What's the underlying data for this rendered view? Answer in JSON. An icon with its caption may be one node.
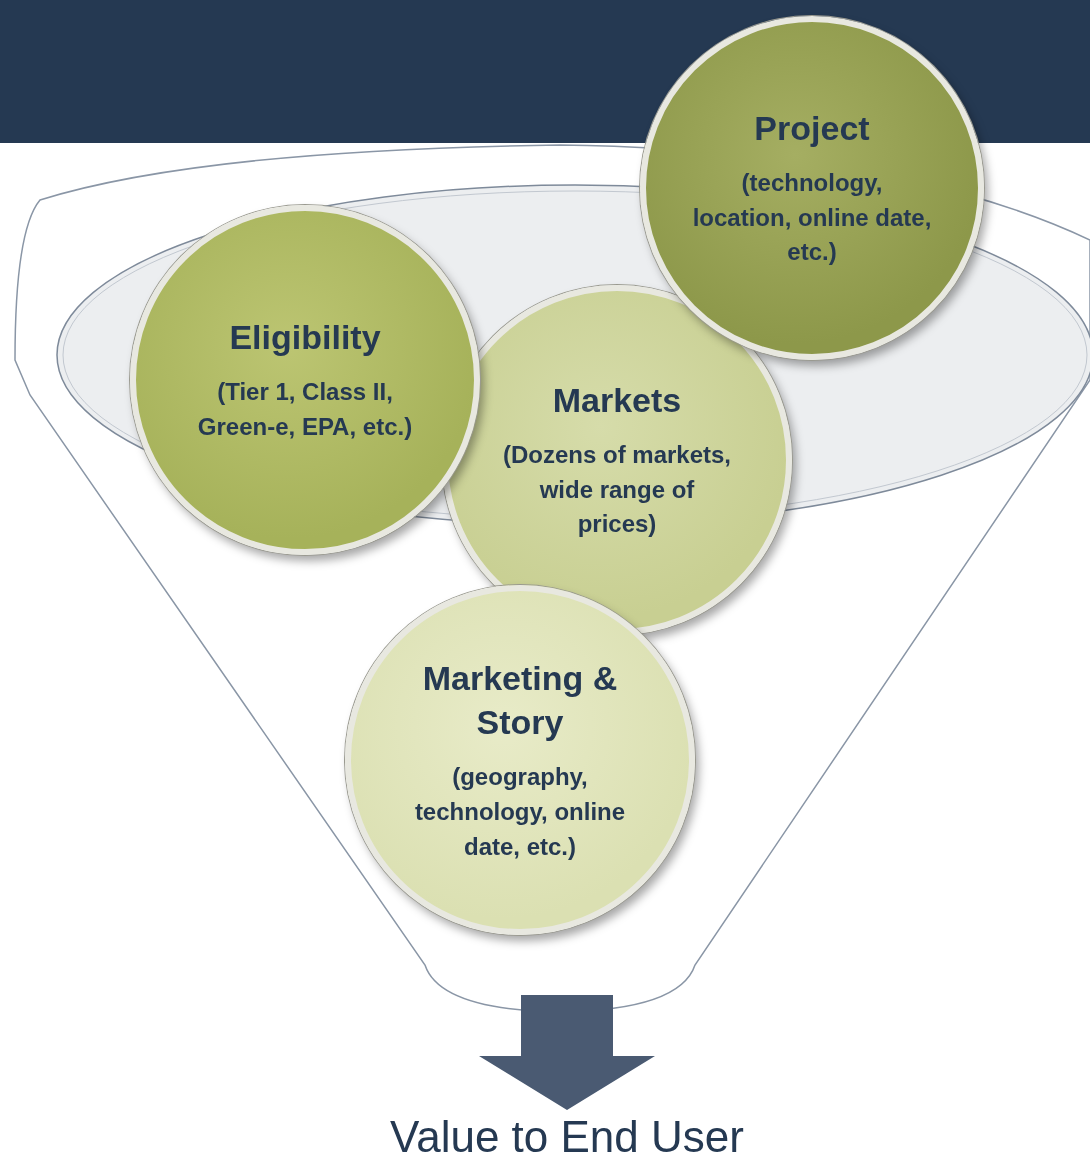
{
  "diagram": {
    "nodes": [
      {
        "text": [],
        "shape": "funnel"
      },
      {
        "text": [
          "Project",
          "(technology, location, online date, etc.)"
        ]
      },
      {
        "text": [
          "Eligibility",
          "(Tier 1, Class II, Green-e, EPA, etc.)"
        ],
        "in": 0
      },
      {
        "text": [
          "Markets",
          "(Dozens of markets, wide range of prices)"
        ],
        "in": 0
      },
      {
        "text": [
          "Marketing & Story",
          "(geography, technology, online date, etc.)"
        ],
        "in": 0
      },
      {
        "text": [
          "Value to End User"
        ]
      }
    ],
    "edges": [
      {
        "from": 0,
        "to": 5,
        "arrow": "to",
        "style": "thick"
      }
    ]
  }
}
